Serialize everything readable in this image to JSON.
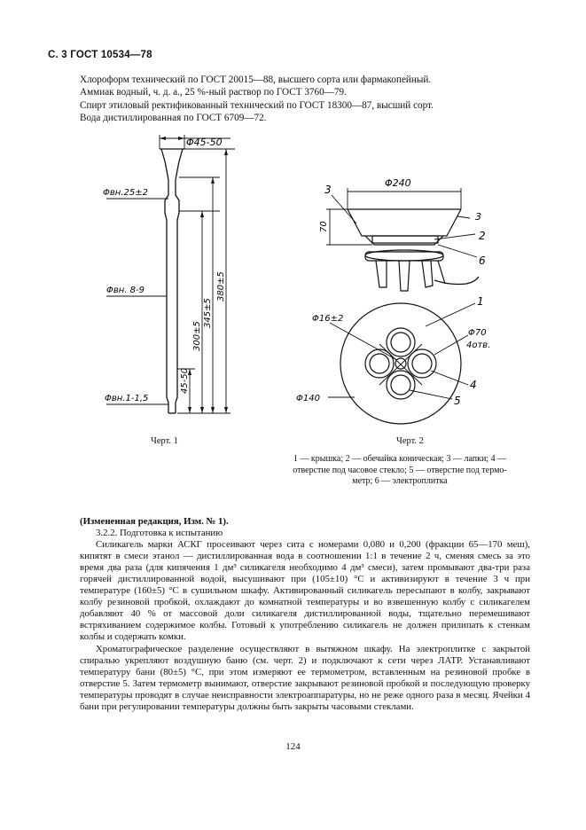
{
  "header": "С. 3 ГОСТ 10534—78",
  "reagents": [
    "Хлороформ технический по ГОСТ 20015—88, высшего сорта или фармакопейный.",
    "Аммиак водный, ч. д. а., 25 %-ный раствор по ГОСТ 3760—79.",
    "Спирт этиловый ректификованный технический по ГОСТ 18300—87, высший сорт.",
    "Вода дистиллированная по ГОСТ 6709—72."
  ],
  "figure1": {
    "caption": "Черт. 1",
    "labels": {
      "top_diameter": "Φ45-50",
      "inner_top": "Φвн.25±2",
      "inner_mid": "Φвн. 8-9",
      "inner_bottom": "Φвн.1-1,5",
      "dim_45_50": "45-50",
      "dim_300": "300±5",
      "dim_345": "345±5",
      "dim_380": "380±5"
    }
  },
  "figure2": {
    "caption": "Черт. 2",
    "labels": {
      "diameter_240": "Φ240",
      "height_70": "70",
      "roughness": "3",
      "hole_16": "Φ16±2",
      "hole_70": "Φ70",
      "holes_count": "4отв.",
      "diameter_140": "Φ140",
      "n1": "1",
      "n2": "2",
      "n3": "3",
      "n4": "4",
      "n5": "5",
      "n6": "6"
    },
    "legend_lines": [
      "1 — крышка; 2 — обечайка коническая; 3 — лапки; 4 —",
      "отверстие под часовое стекло; 5 — отверстие под термо-",
      "метр; 6 — электроплитка"
    ]
  },
  "body": {
    "amendment": "(Измененная редакция, Изм. № 1).",
    "section": "3.2.2. Подготовка к испытанию",
    "paragraph1": "Силикагель марки АСКГ просеивают через сита с номерами 0,080 и 0,200 (фракции 65—170 меш), кипятят в смеси этанол — дистиллированная вода в соотношении 1:1 в течение 2 ч, сменяя смесь за это время два раза (для кипячения 1 дм³ силикагеля необходимо 4 дм³ смеси), затем промывают два-три раза горячей дистиллированной водой, высушивают при (105±10) °С и активизируют в течение 3 ч при температуре (160±5) °С в сушильном шкафу. Активированный силикагель пересыпают в колбу, закрывают колбу резиновой пробкой, охлаждают до комнатной температуры и во взвешенную колбу с силикагелем добавляют 40 % от массовой доли силикагеля дистиллированной воды, тщательно перемешивают встряхиванием содержимое колбы. Готовый к употреблению силикагель не должен прилипать к стенкам колбы и содержать комки.",
    "paragraph2": "Хроматографическое разделение осуществляют в вытяжном шкафу. На электроплитке с закрытой спиралью укрепляют воздушную баню (см. черт. 2) и подключают к сети через ЛАТР. Устанавливают температуру бани (80±5) °С, при этом измеряют ее термометром, вставленным на резиновой пробке в отверстие 5. Затем термометр вынимают, отверстие закрывают резиновой пробкой и последующую проверку температуры проводят в случае неисправности электроаппаратуры, но не реже одного раза в месяц. Ячейки 4 бани при регулировании температуры должны быть закрыты часовыми стеклами."
  },
  "page_number": "124"
}
